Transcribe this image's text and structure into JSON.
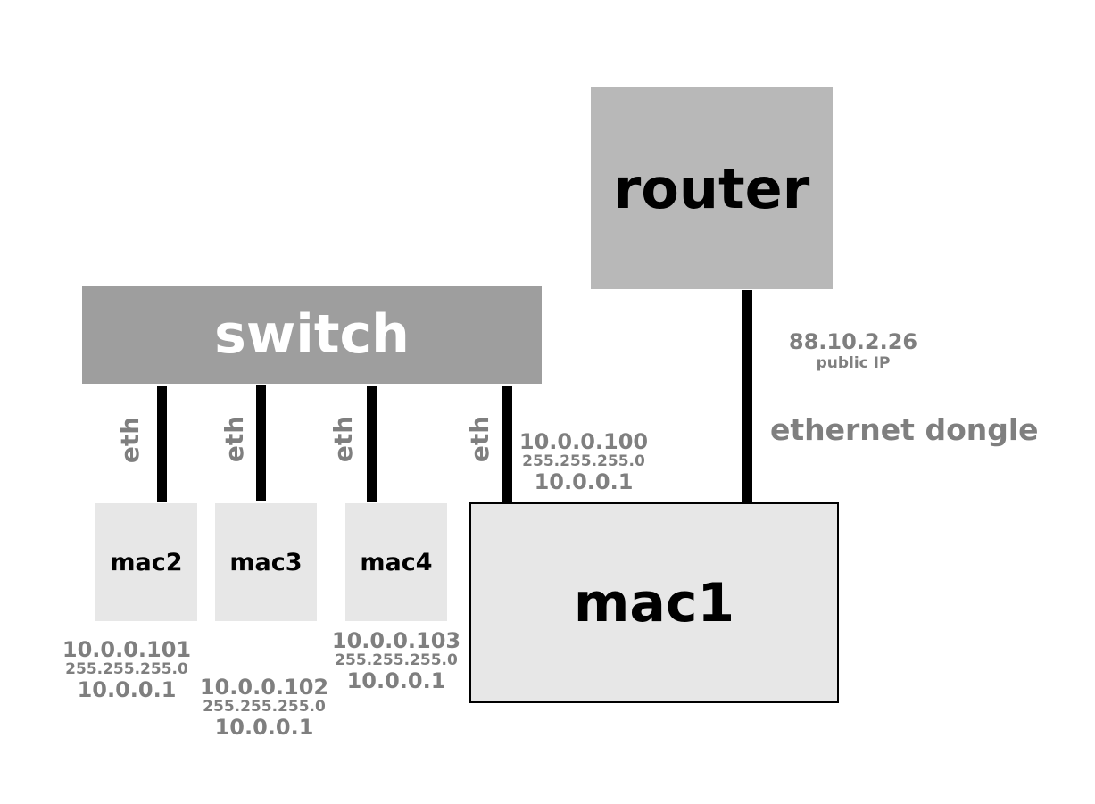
{
  "nodes": {
    "router": "router",
    "switch": "switch",
    "mac1": "mac1",
    "mac2": "mac2",
    "mac3": "mac3",
    "mac4": "mac4"
  },
  "links": {
    "eth_label": "eth",
    "dongle_label": "ethernet dongle"
  },
  "router_link": {
    "ip": "88.10.2.26",
    "caption": "public IP"
  },
  "addresses": {
    "mac1": {
      "ip": "10.0.0.100",
      "netmask": "255.255.255.0",
      "gateway": "10.0.0.1"
    },
    "mac2": {
      "ip": "10.0.0.101",
      "netmask": "255.255.255.0",
      "gateway": "10.0.0.1"
    },
    "mac3": {
      "ip": "10.0.0.102",
      "netmask": "255.255.255.0",
      "gateway": "10.0.0.1"
    },
    "mac4": {
      "ip": "10.0.0.103",
      "netmask": "255.255.255.0",
      "gateway": "10.0.0.1"
    }
  },
  "colors": {
    "router_fill": "#b8b8b8",
    "switch_fill": "#9e9e9e",
    "mac_fill": "#e7e7e7",
    "label_gray": "#7f7f7f",
    "wire": "#000000"
  }
}
